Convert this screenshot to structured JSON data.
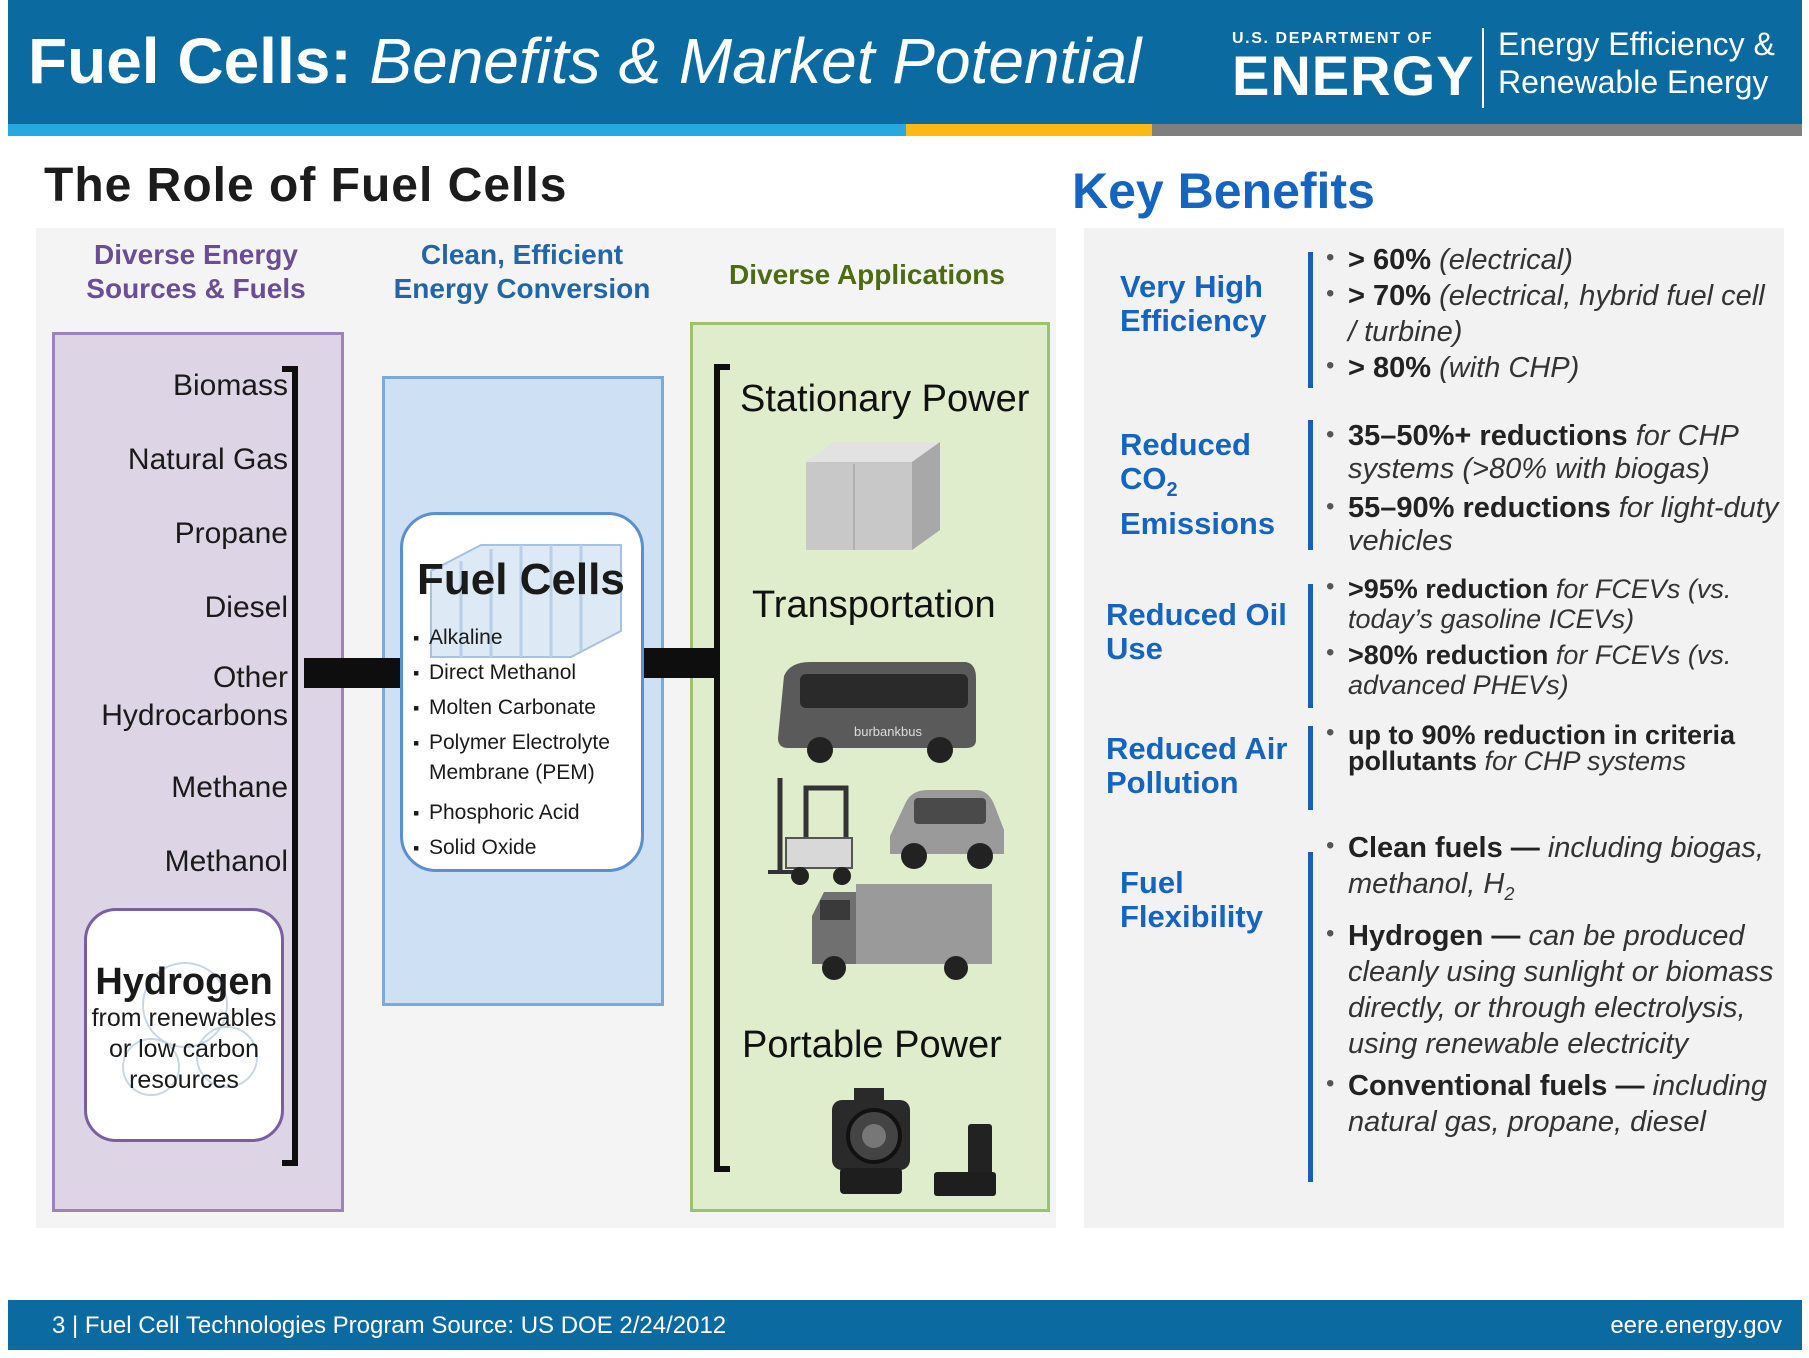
{
  "header": {
    "title_bold": "Fuel Cells:",
    "title_italic": "Benefits & Market Potential",
    "doe_small": "U.S. DEPARTMENT OF",
    "doe_big": "ENERGY",
    "eere_line1": "Energy Efficiency &",
    "eere_line2": "Renewable Energy"
  },
  "colors": {
    "header_blue": "#0b6ba1",
    "band_light_blue": "#26a9e0",
    "band_yellow": "#fdb913",
    "band_gray": "#7f7f7f",
    "key_blue": "#1565c0"
  },
  "diagram": {
    "title": "The Role of Fuel Cells",
    "col1_head": [
      "Diverse Energy",
      "Sources & Fuels"
    ],
    "col2_head": [
      "Clean, Efficient",
      "Energy Conversion"
    ],
    "col3_head": "Diverse Applications",
    "sources": [
      "Biomass",
      "Natural Gas",
      "Propane",
      "Diesel",
      "Other",
      "Hydrocarbons",
      "Methane",
      "Methanol"
    ],
    "hydrogen": {
      "title": "Hydrogen",
      "sub": [
        "from renewables",
        "or low carbon",
        "resources"
      ]
    },
    "fuel_cells": {
      "title": "Fuel Cells",
      "types": [
        "Alkaline",
        "Direct Methanol",
        "Molten Carbonate",
        "Polymer Electrolyte",
        "Membrane (PEM)",
        "Phosphoric Acid",
        "Solid Oxide"
      ]
    },
    "applications": [
      "Stationary Power",
      "Transportation",
      "Portable Power"
    ],
    "bus_text": "burbankbus"
  },
  "key_benefits": {
    "title": "Key Benefits",
    "efficiency": {
      "label": [
        "Very High",
        "Efficiency"
      ],
      "b1": "> 60%",
      "b1_i": "(electrical)",
      "b2": "> 70%",
      "b2_i": "(electrical, hybrid fuel cell / turbine)",
      "b3": "> 80%",
      "b3_i": "(with CHP)"
    },
    "co2": {
      "label1": "Reduced",
      "label2": "CO",
      "label2_sub": "2",
      "label3": "Emissions",
      "b1": "35–50%+ reductions",
      "b1_i": "for CHP systems (>80% with biogas)",
      "b2": "55–90% reductions",
      "b2_i": "for light-duty vehicles"
    },
    "oil": {
      "label": [
        "Reduced Oil",
        "Use"
      ],
      "b1": ">95% reduction",
      "b1_i": "for FCEVs (vs. today’s gasoline ICEVs)",
      "b2": ">80% reduction",
      "b2_i": "for FCEVs (vs. advanced PHEVs)"
    },
    "air": {
      "label": [
        "Reduced Air",
        "Pollution"
      ],
      "b1": "up to 90% reduction in criteria pollutants",
      "b1_i": "for CHP systems"
    },
    "fuel": {
      "label": [
        "Fuel",
        "Flexibility"
      ],
      "b1": "Clean fuels —",
      "b1_i": "including biogas, methanol, H",
      "b1_sub": "2",
      "b2": "Hydrogen —",
      "b2_i": "can be produced cleanly using sunlight or biomass directly, or through electrolysis, using renewable electricity",
      "b3": "Conventional fuels —",
      "b3_i": "including natural gas, propane, diesel"
    }
  },
  "footer": {
    "left": "3 | Fuel Cell Technologies Program Source: US DOE 2/24/2012",
    "right": "eere.energy.gov"
  }
}
